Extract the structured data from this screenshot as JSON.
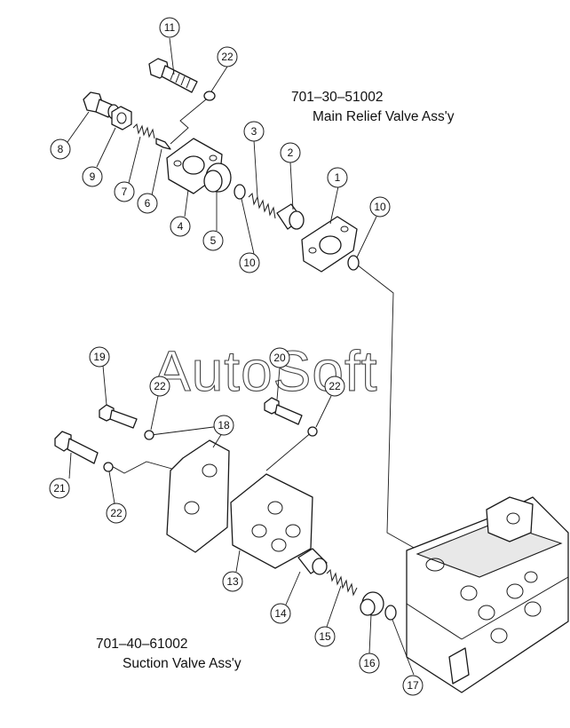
{
  "watermark": "AutoSoft",
  "assemblies": [
    {
      "part_number": "701–30–51002",
      "name": "Main Relief Valve Ass'y"
    },
    {
      "part_number": "701–40–61002",
      "name": "Suction Valve Ass'y"
    }
  ],
  "callouts": [
    "11",
    "22",
    "8",
    "9",
    "7",
    "6",
    "4",
    "5",
    "3",
    "2",
    "10",
    "1",
    "10",
    "19",
    "22",
    "20",
    "22",
    "18",
    "21",
    "22",
    "13",
    "14",
    "15",
    "16",
    "17"
  ]
}
